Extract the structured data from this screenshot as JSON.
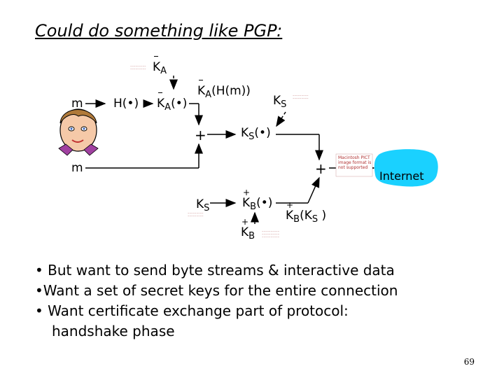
{
  "title": "Could do something like PGP:",
  "diagram": {
    "m_top": "m",
    "m_bottom": "m",
    "hash_fn": "H(•)",
    "ka_top": "K",
    "ka_top_sub": "A",
    "ka_fn": "K",
    "ka_fn_sub": "A",
    "ka_fn_arg": "(•)",
    "ka_out": "K",
    "ka_out_sub": "A",
    "ka_out_arg": "(H(m))",
    "ks_right": "K",
    "ks_right_sub": "S",
    "plus_1": "+",
    "ks_fn": "K",
    "ks_fn_sub": "S",
    "ks_fn_arg": "(•)",
    "plus_2": "+",
    "internet": "Internet",
    "pict_note": "Macintosh PICT image format is not supported",
    "ks_bottom": "K",
    "ks_bottom_sub": "S",
    "kb_fn": "K",
    "kb_fn_sub": "B",
    "kb_fn_arg": "(•)",
    "kb_key": "K",
    "kb_key_sub": "B",
    "kb_out": "K",
    "kb_out_sub": "B",
    "kb_out_arg": "(K",
    "kb_out_arg_sub": "S",
    "kb_out_close": " )"
  },
  "bullets": [
    "• But want to send byte streams & interactive data",
    "•Want a set of secret keys for the entire connection",
    "• Want certificate exchange part of protocol:",
    "handshake phase"
  ],
  "page_number": "69"
}
